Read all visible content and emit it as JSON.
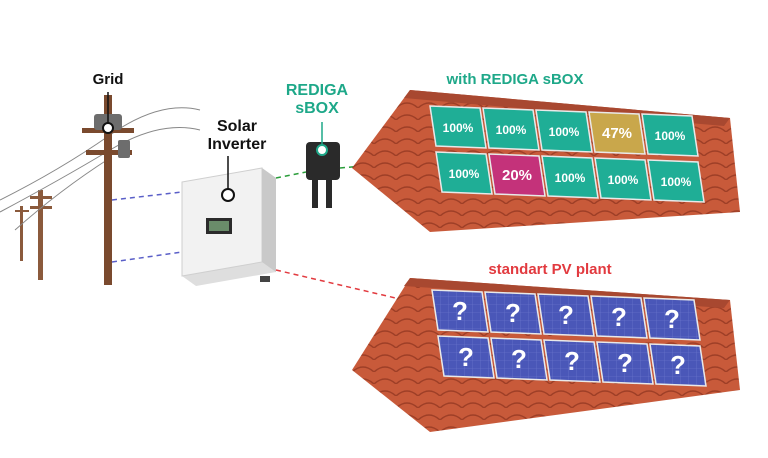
{
  "labels": {
    "grid": "Grid",
    "inverter_line1": "Solar",
    "inverter_line2": "Inverter",
    "sbox_line1": "REDIGA",
    "sbox_line2": "sBOX",
    "with_sbox": "with REDIGA sBOX",
    "standard_plant": "standart PV plant"
  },
  "sbox_roof": {
    "top_row": [
      "100%",
      "100%",
      "100%",
      "47%",
      "100%"
    ],
    "bottom_row": [
      "100%",
      "20%",
      "100%",
      "100%",
      "100%"
    ]
  },
  "standard_roof": {
    "top_row": [
      "?",
      "?",
      "?",
      "?",
      "?"
    ],
    "bottom_row": [
      "?",
      "?",
      "?",
      "?",
      "?"
    ]
  },
  "colors": {
    "panel_default": "#1fae96",
    "panel_low": "#c4327a",
    "panel_mid": "#c9a74b",
    "panel_blue": "#4a57b8",
    "roof": "#c85a3a",
    "line_green": "#2a9d3a",
    "line_red": "#e23a3f",
    "line_blue": "#5a5fc8"
  }
}
